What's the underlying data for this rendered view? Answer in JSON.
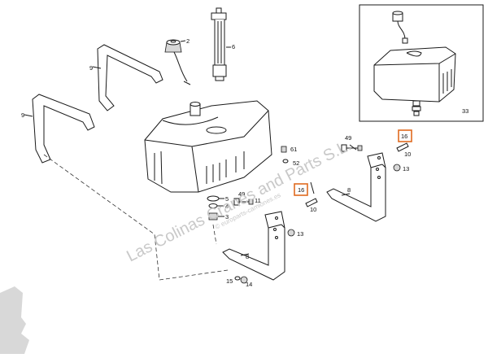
{
  "part_labels": {
    "p2": "2",
    "p6": "6",
    "p9a": "9",
    "p9b": "9",
    "p33": "33",
    "p49a": "49",
    "p61": "61",
    "p52": "52",
    "p16a": "16",
    "p10a": "10",
    "p13a": "13",
    "p8a": "8",
    "p16b": "16",
    "p10b": "10",
    "p49b": "49",
    "p11": "11",
    "p13b": "13",
    "p8b": "8",
    "p15": "15",
    "p14": "14",
    "p5": "5",
    "p4": "4",
    "p3": "3"
  },
  "watermark": {
    "main": "Las Colinas Cranes and Parts S.L.",
    "sub": "© europarts-camiones.es"
  },
  "colors": {
    "line": "#1a1a1a",
    "highlight": "#e06a20",
    "watermark": "#c9c9c9"
  },
  "icons": {
    "corner_mark": "flag-logo-icon"
  }
}
